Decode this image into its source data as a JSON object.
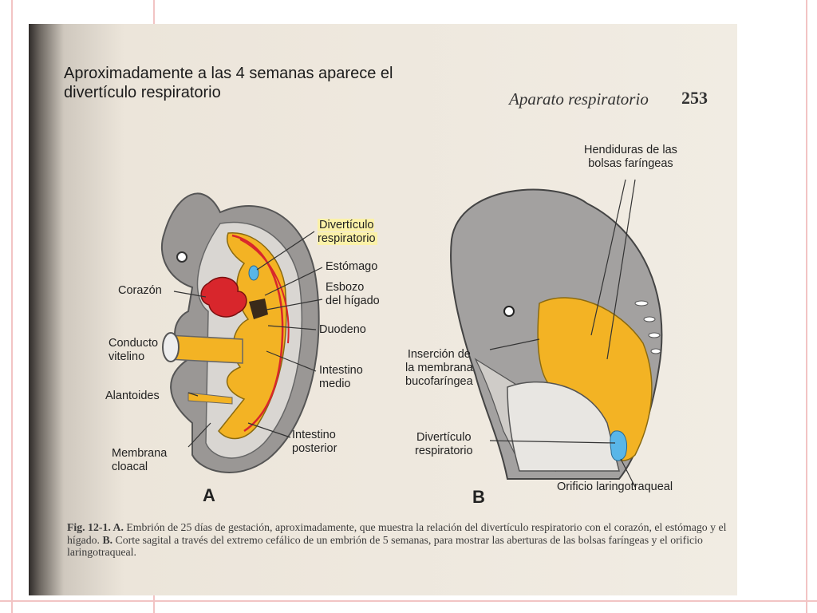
{
  "caption": "Aproximadamente a las 4 semanas aparece el\ndivertículo respiratorio",
  "book": {
    "header": "Aparato respiratorio",
    "page": "253"
  },
  "figure_a": {
    "panel": "A",
    "labels": {
      "diverticulo": "Divertículo\nrespiratorio",
      "estomago": "Estómago",
      "esbozo": "Esbozo\ndel hígado",
      "duodeno": "Duodeno",
      "intestino_medio": "Intestino\nmedio",
      "intestino_posterior": "Intestino\nposterior",
      "corazon": "Corazón",
      "conducto": "Conducto\nvitelino",
      "alantoides": "Alantoides",
      "membrana": "Membrana\ncloacal"
    }
  },
  "figure_b": {
    "panel": "B",
    "labels": {
      "hendiduras": "Hendiduras de las\nbolsas faríngeas",
      "insercion": "Inserción de\nla membrana\nbucofaríngea",
      "diverticulo": "Divertículo\nrespiratorio",
      "orificio": "Orificio laringotraqueal"
    }
  },
  "fig_caption": {
    "lead": "Fig. 12-1. A.",
    "text_a": " Embrión de 25 días de gestación, aproximadamente, que muestra la relación del divertículo respiratorio con el corazón, el estómago y el hígado. ",
    "lead_b": "B.",
    "text_b": " Corte sagital a través del extremo cefálico de un embrión de 5 semanas, para mostrar las aberturas de las bolsas faríngeas y el orificio laringotraqueal."
  },
  "colors": {
    "accent_rule": "#f2c4c4",
    "endoderm": "#f3b324",
    "vessel": "#d8262c",
    "highlight": "#fbf1a8",
    "diverticulum_blue": "#59b6e8"
  }
}
